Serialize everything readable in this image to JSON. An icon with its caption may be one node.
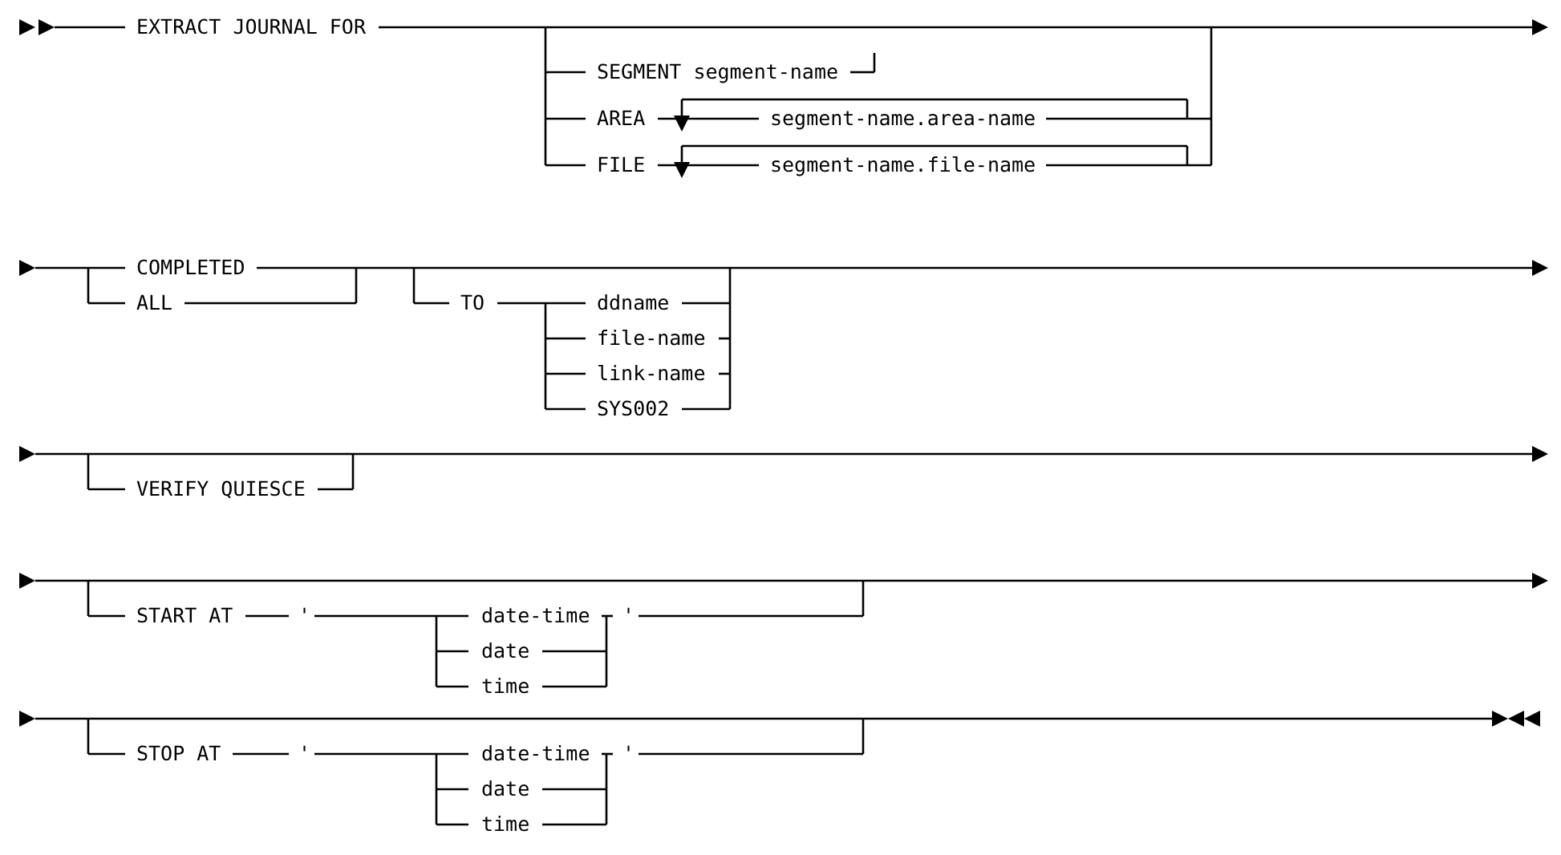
{
  "diagram": {
    "labels": [
      "EXTRACT JOURNAL FOR",
      "SEGMENT segment-name",
      "AREA",
      "segment-name.area-name",
      "FILE",
      "segment-name.file-name",
      "COMPLETED",
      "ALL",
      "TO",
      "ddname",
      "file-name",
      "link-name",
      "SYS002",
      "VERIFY QUIESCE",
      "START AT",
      "'",
      "date-time",
      "date",
      "time",
      "'",
      "STOP AT",
      "'",
      "date-time",
      "date",
      "time",
      "'"
    ]
  }
}
